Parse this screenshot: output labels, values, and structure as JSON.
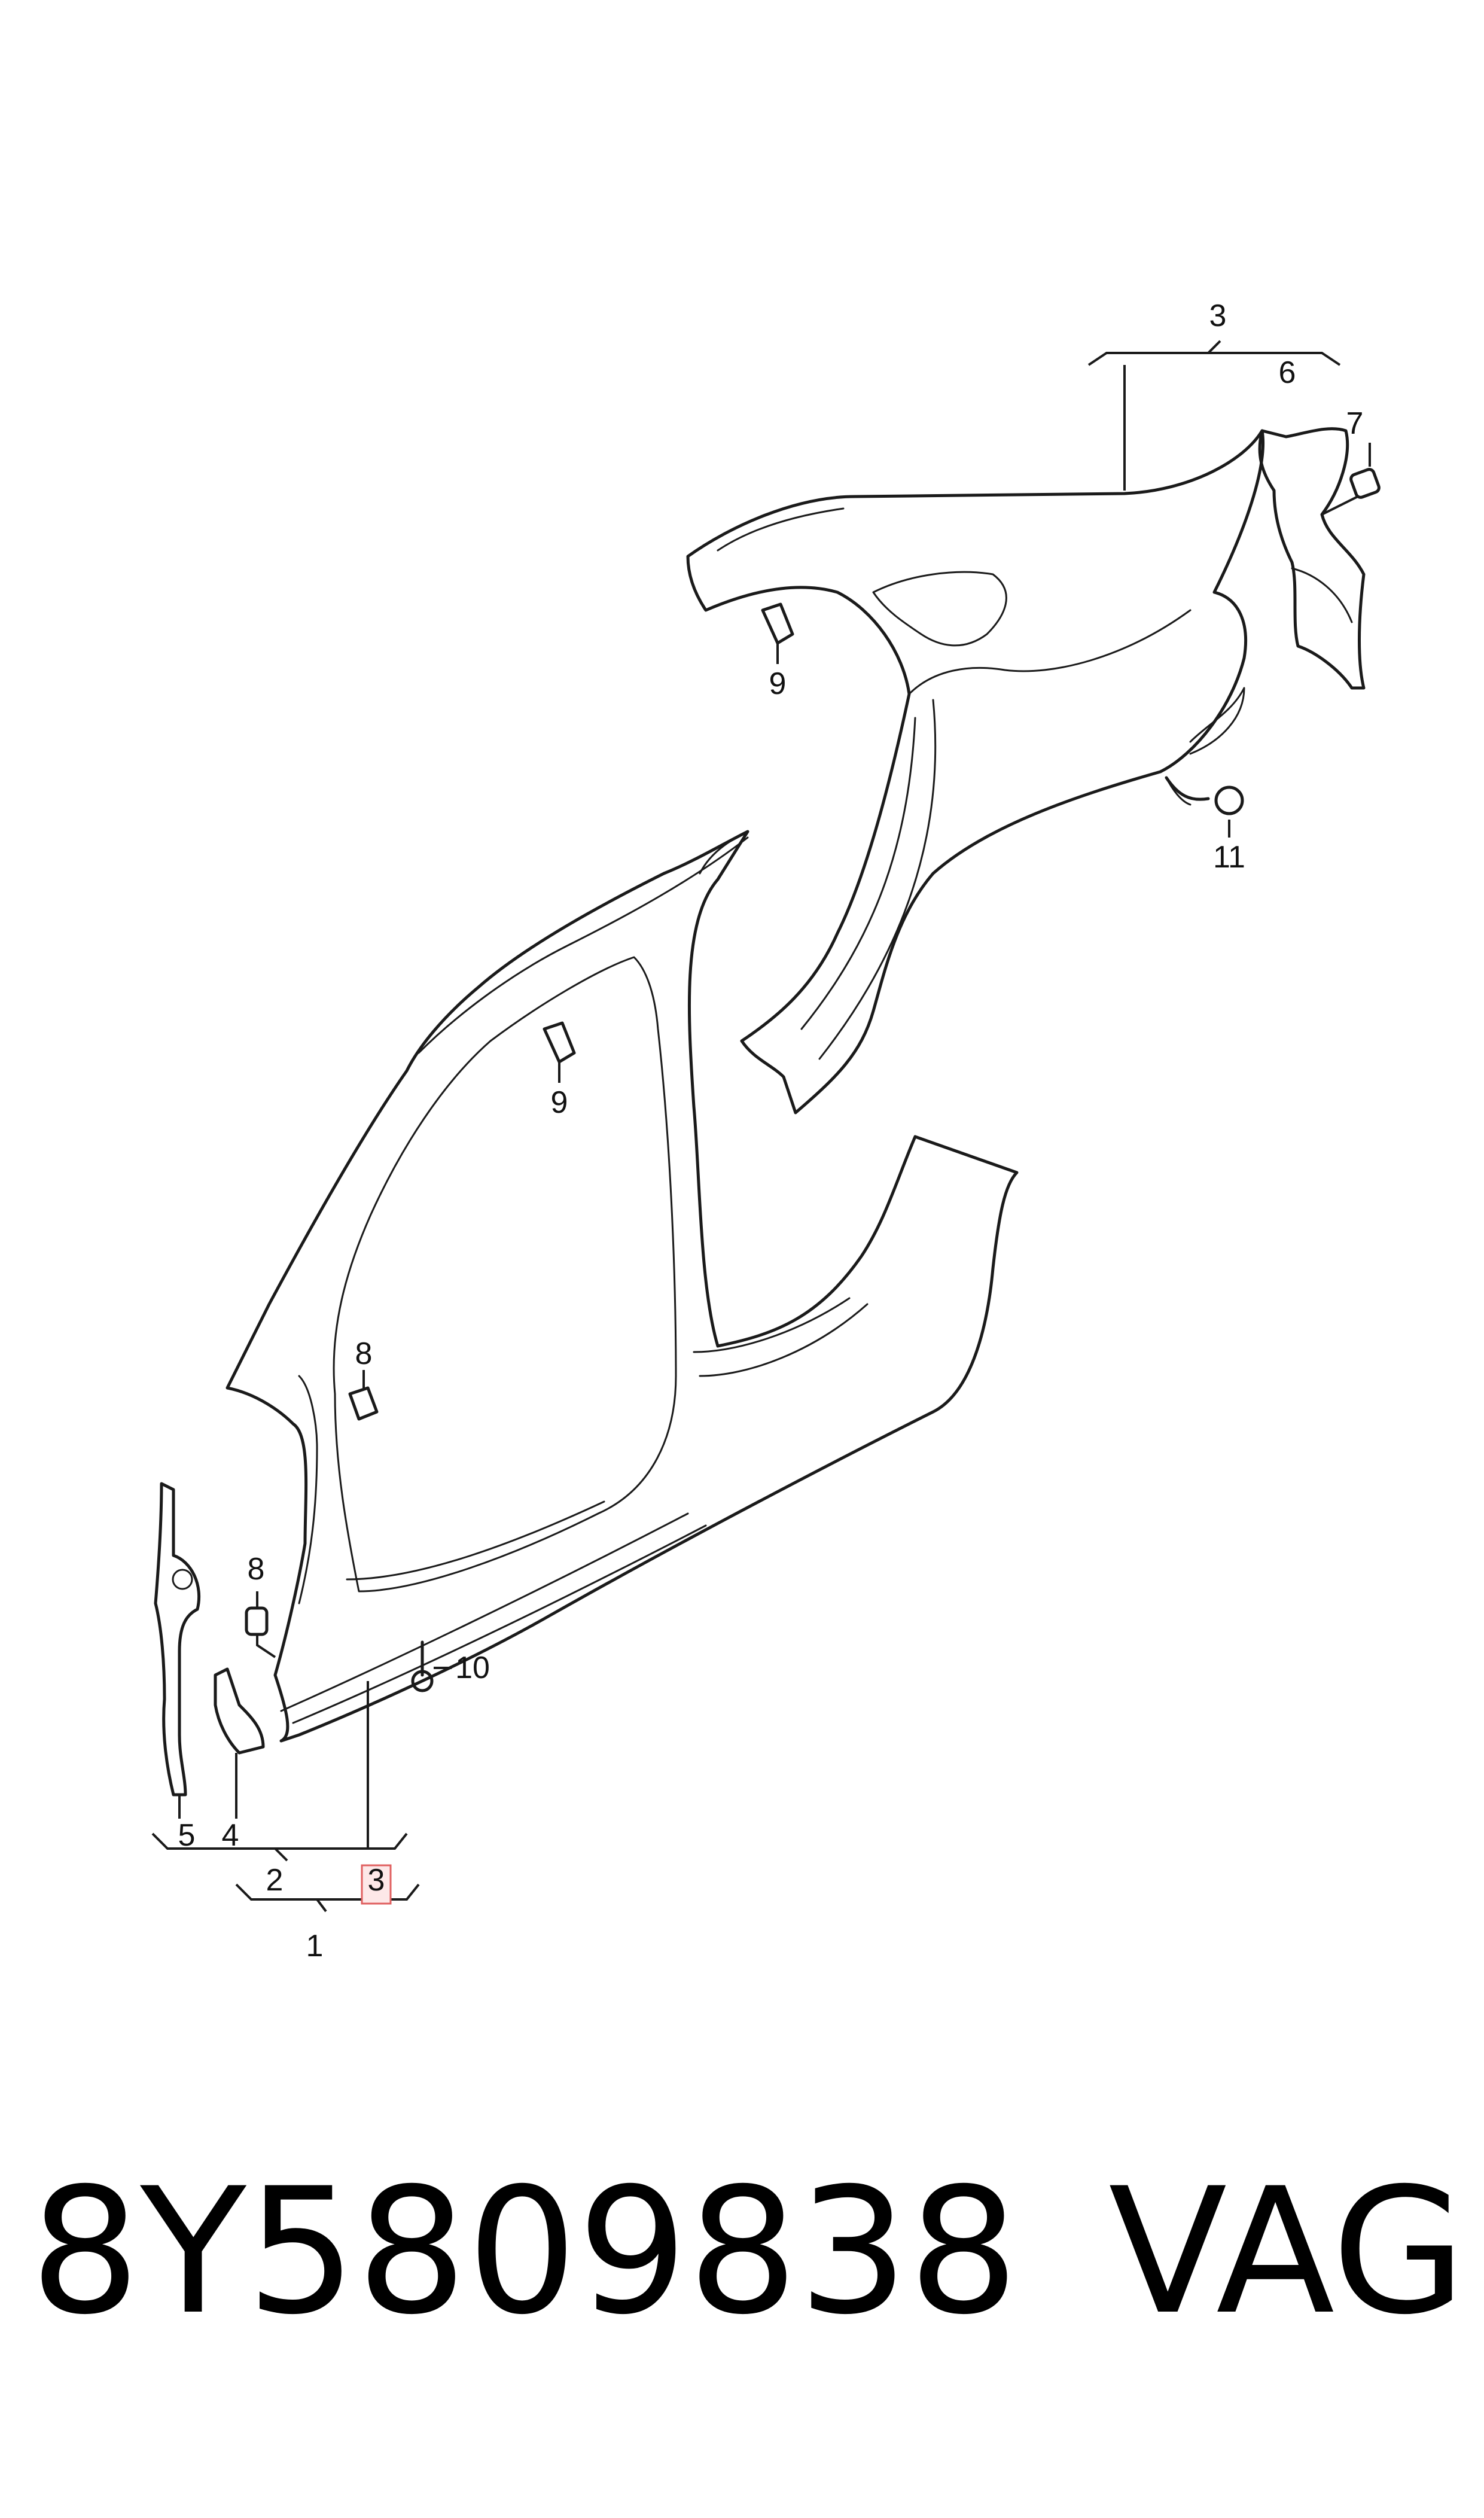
{
  "diagram": {
    "callouts": {
      "c1": "1",
      "c2": "2",
      "c3_bottom": "3",
      "c3_top": "3",
      "c4": "4",
      "c5": "5",
      "c6": "6",
      "c7": "7",
      "c8_upper": "8",
      "c8_lower": "8",
      "c9_upper": "9",
      "c9_lower": "9",
      "c10": "10",
      "c11": "11"
    },
    "highlight_color": "#e06060"
  },
  "footer": {
    "part_number": "8Y5809838",
    "brand": "VAG"
  }
}
